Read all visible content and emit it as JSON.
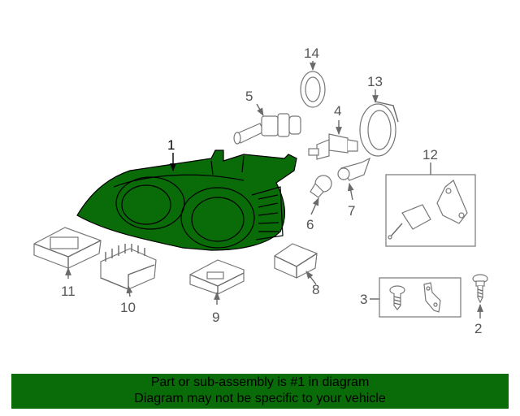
{
  "colors": {
    "highlight": "#0a6b09",
    "banner": "#0a6b09",
    "lines": "#6a6a6a"
  },
  "callouts": {
    "c1": "1",
    "c2": "2",
    "c3": "3",
    "c4": "4",
    "c5": "5",
    "c6": "6",
    "c7": "7",
    "c8": "8",
    "c9": "9",
    "c10": "10",
    "c11": "11",
    "c12": "12",
    "c13": "13",
    "c14": "14"
  },
  "banner": {
    "line1": "Part or sub-assembly is #1 in diagram",
    "line2": "Diagram may not be specific to your vehicle"
  }
}
